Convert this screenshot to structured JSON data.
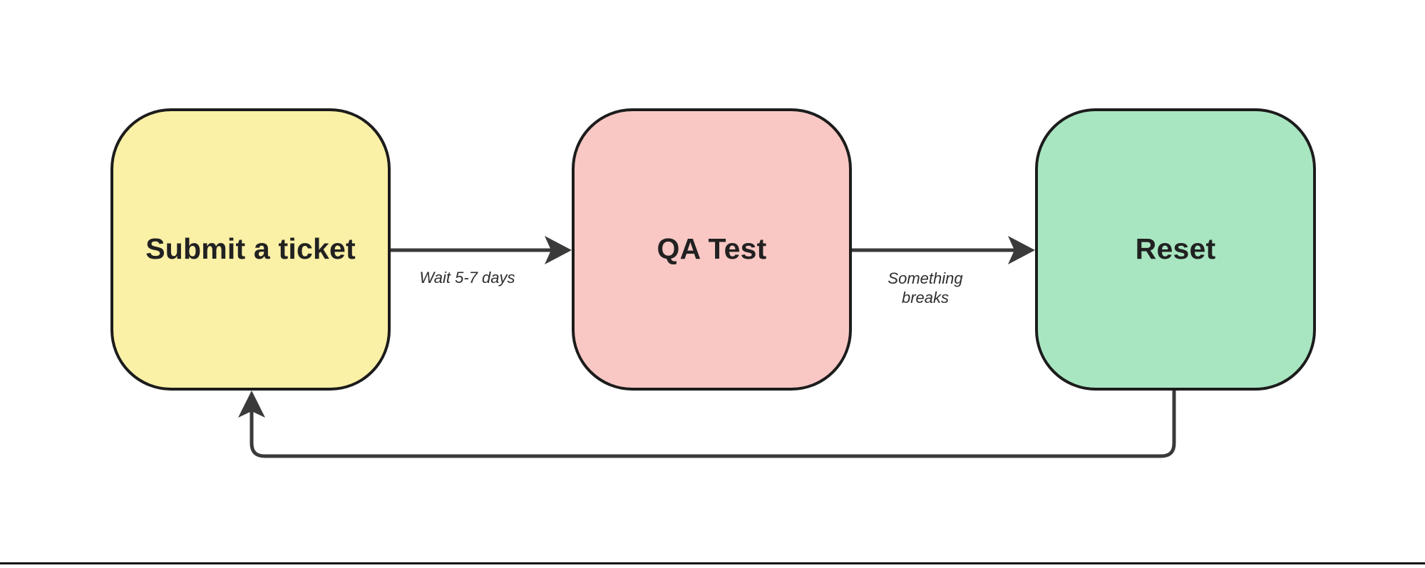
{
  "diagram": {
    "background_color": "#ffffff",
    "border_color": "#1c1c1c",
    "arrow_color": "#3a3a3a",
    "text_color": "#212121",
    "nodes": [
      {
        "label": "Submit a ticket",
        "fill": "#FAF0A6"
      },
      {
        "label": "QA Test",
        "fill": "#F9C8C4"
      },
      {
        "label": "Reset",
        "fill": "#A8E6C1"
      }
    ],
    "edges": [
      {
        "from": "Submit a ticket",
        "to": "QA Test",
        "label": "Wait 5-7 days"
      },
      {
        "from": "QA Test",
        "to": "Reset",
        "label": "Something breaks"
      },
      {
        "from": "Reset",
        "to": "Submit a ticket",
        "label": ""
      }
    ]
  }
}
